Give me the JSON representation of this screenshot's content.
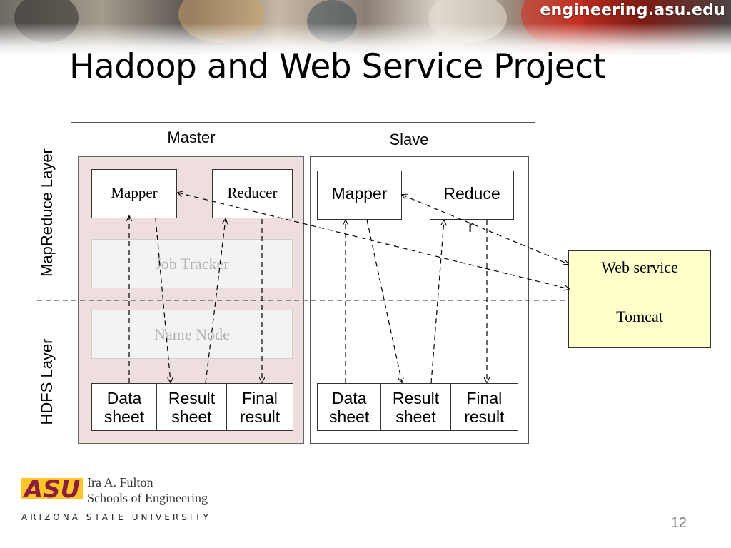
{
  "banner": {
    "site": "engineering.asu.edu"
  },
  "slide": {
    "title": "Hadoop and Web Service Project",
    "page_number": "12"
  },
  "layers": {
    "mapreduce": "MapReduce Layer",
    "hdfs": "HDFS Layer"
  },
  "master": {
    "label": "Master",
    "mapper": "Mapper",
    "reducer": "Reducer",
    "job_tracker": "Job Tracker",
    "name_node": "Name Node",
    "storage": [
      "Data\nsheet",
      "Result\nsheet",
      "Final\nresult"
    ]
  },
  "slave": {
    "label": "Slave",
    "mapper": "Mapper",
    "reducer": "Reduce",
    "reducer_overflow": "r",
    "storage": [
      "Data\nsheet",
      "Result\nsheet",
      "Final\nresult"
    ]
  },
  "web_service": {
    "top": "Web service",
    "bottom": "Tomcat"
  },
  "footer": {
    "logo_mark": "ASU",
    "line1": "Ira A. Fulton",
    "line2": "Schools of Engineering",
    "university": "ARIZONA STATE UNIVERSITY"
  },
  "colors": {
    "master_fill": "#efdede",
    "web_service_fill": "#ffffcc",
    "asu_maroon": "#8c1d40",
    "asu_gold": "#ffc627"
  }
}
